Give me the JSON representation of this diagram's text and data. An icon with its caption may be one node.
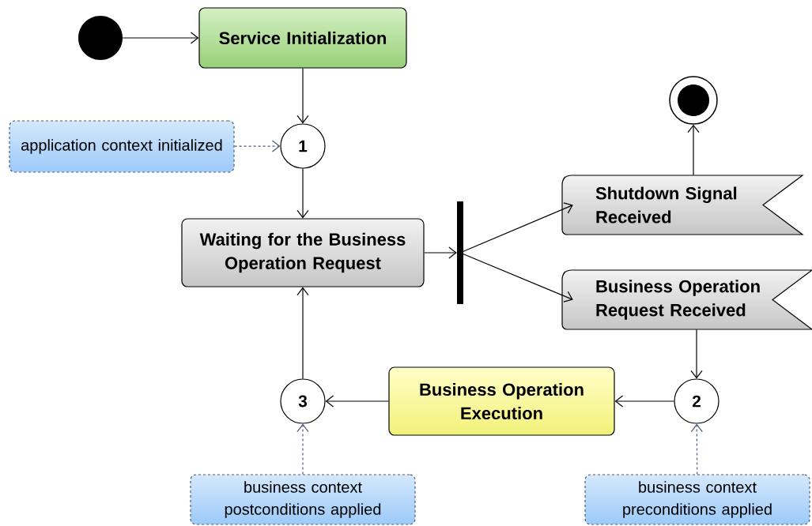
{
  "diagram": {
    "nodes": [
      {
        "text": [],
        "shape": "circle"
      },
      {
        "text": [
          "Service Initialization"
        ]
      },
      {
        "text": [
          "application context initialized"
        ]
      },
      {
        "text": [
          "1"
        ]
      },
      {
        "text": [
          "Waiting for the Business Operation Request"
        ]
      },
      {
        "text": [],
        "shape": "bar"
      },
      {
        "text": [
          "Shutdown Signal Received"
        ]
      },
      {
        "text": [
          "Business Operation Request Received"
        ]
      },
      {
        "text": [],
        "shape": "circle"
      },
      {
        "text": [
          "2"
        ]
      },
      {
        "text": [
          "Business Operation Execution"
        ]
      },
      {
        "text": [
          "3"
        ]
      },
      {
        "text": [
          "business context postconditions applied"
        ]
      },
      {
        "text": [
          "business context preconditions applied"
        ]
      }
    ],
    "edges": [
      {
        "from": 0,
        "to": 1,
        "arrow": "to"
      },
      {
        "from": 1,
        "to": 3,
        "arrow": "to"
      },
      {
        "from": 2,
        "to": 3,
        "arrow": "to",
        "style": "dashed",
        "color": "#4a5a78"
      },
      {
        "from": 3,
        "to": 4,
        "arrow": "to"
      },
      {
        "from": 4,
        "to": 5,
        "arrow": "to"
      },
      {
        "from": 5,
        "to": 6,
        "arrow": "to"
      },
      {
        "from": 5,
        "to": 7,
        "arrow": "to"
      },
      {
        "from": 6,
        "to": 8,
        "arrow": "to"
      },
      {
        "from": 7,
        "to": 9,
        "arrow": "to"
      },
      {
        "from": 9,
        "to": 10,
        "arrow": "to"
      },
      {
        "from": 10,
        "to": 11,
        "arrow": "to"
      },
      {
        "from": 11,
        "to": 4,
        "arrow": "to"
      },
      {
        "from": 12,
        "to": 11,
        "arrow": "to",
        "style": "dashed",
        "color": "#4a5a78"
      },
      {
        "from": 13,
        "to": 9,
        "arrow": "to",
        "style": "dashed",
        "color": "#4a5a78"
      }
    ]
  }
}
